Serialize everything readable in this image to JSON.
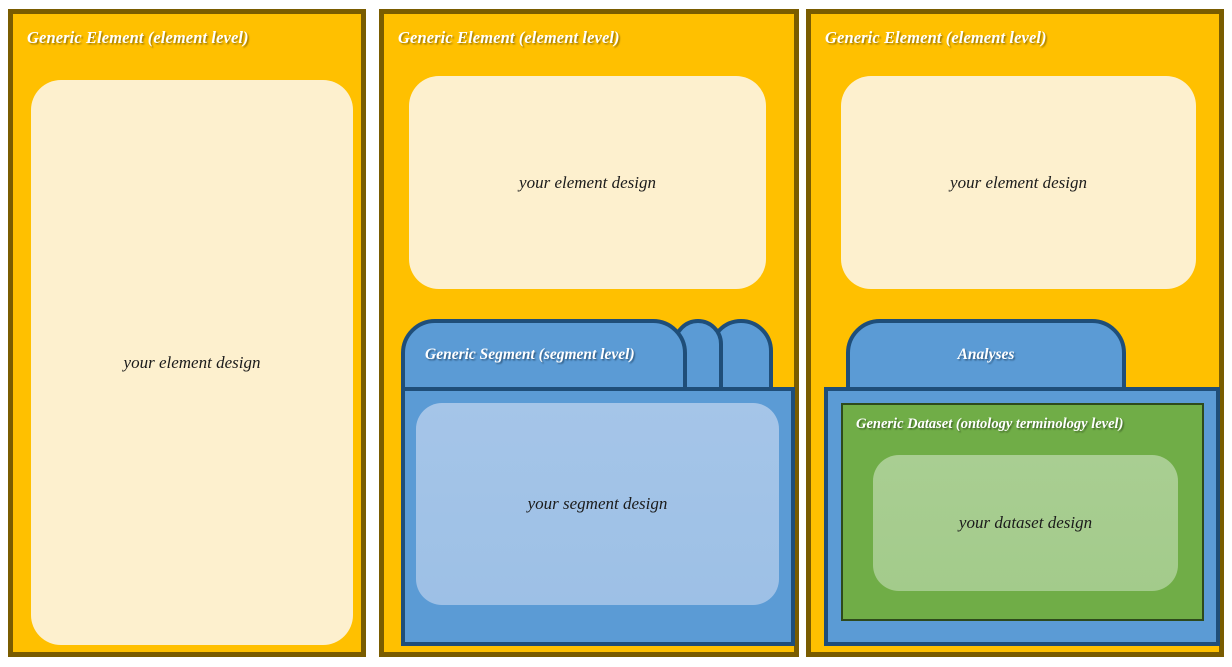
{
  "theme": {
    "element_fill": "#FFC000",
    "element_border": "#7A5C00",
    "element_inner_fill": "#FDF0CE",
    "segment_fill": "#5B9BD5",
    "segment_border": "#1F4E79",
    "segment_inner_fill": "#A5C5E8",
    "dataset_fill": "#70AD47",
    "dataset_border": "#2E4A1C",
    "dataset_inner_fill": "#A9CE92",
    "title_text_color": "#FFFFFF",
    "body_text_color": "#1B1B1B",
    "page_background": "#FFFFFF"
  },
  "panels": [
    {
      "id": "panel-1",
      "title": "Generic Element (element level)",
      "element_design_label": "your element design",
      "has_segment": false,
      "has_dataset": false
    },
    {
      "id": "panel-2",
      "title": "Generic Element (element level)",
      "element_design_label": "your element design",
      "has_segment": true,
      "segment_tab_label": "Generic Segment (segment level)",
      "segment_tab_count": 3,
      "segment_design_label": "your segment design",
      "has_dataset": false
    },
    {
      "id": "panel-3",
      "title": "Generic Element (element level)",
      "element_design_label": "your element design",
      "has_segment": true,
      "segment_tab_label": "Analyses",
      "segment_tab_count": 1,
      "has_dataset": true,
      "dataset_title": "Generic Dataset (ontology terminology level)",
      "dataset_design_label": "your dataset design"
    }
  ]
}
